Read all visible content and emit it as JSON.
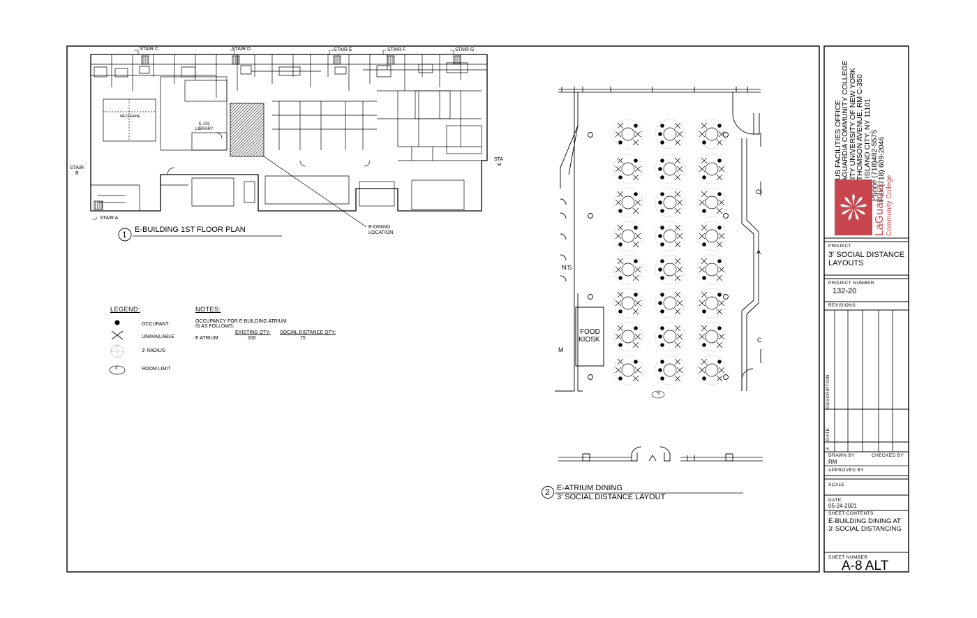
{
  "plan1": {
    "stairs": {
      "c": "STAIR C",
      "d": "STAIR D",
      "e": "STAIR E",
      "f": "STAIR F",
      "g": "STAIR G",
      "a": "STAIR A",
      "b_line1": "STAIR",
      "b_line2": "B",
      "h_line1": "STA",
      "h_line2": "H"
    },
    "library_label": "E-101",
    "library_label2": "LIBRARY",
    "mezzanine_label": "MEZZANINE",
    "callout_line1": "E-DINING",
    "callout_line2": "LOCATION",
    "number": "1",
    "title": "E-BUILDING 1ST FLOOR PLAN"
  },
  "legend": {
    "heading": "LEGEND:",
    "occupant": "OCCUPANT",
    "unavailable": "UNAVAILABLE",
    "radius": "3' RADIUS",
    "room_limit": "ROOM LIMIT",
    "room_limit_symbol": "#"
  },
  "notes": {
    "heading": "NOTES:",
    "line1": "OCCUPANCY FOR E-BUILDING ATRIUM",
    "line2": "IS AS FOLLOWS:",
    "col_existing": "EXISTING QTY:",
    "col_social": "SOCIAL DISTANCE QTY:",
    "row_label": "E ATRIUM",
    "row_existing": "200",
    "row_social": "75"
  },
  "plan2": {
    "kiosk_line1": "FOOD",
    "kiosk_line2": "KIOSK",
    "room_limit_value": "75",
    "edge_ns": "N'S",
    "edge_m": "M",
    "edge_c1": "CI",
    "edge_a": "A",
    "edge_c2": "C",
    "number": "2",
    "title_line1": "E-ATRIUM DINING",
    "title_line2": "3' SOCIAL DISTANCE LAYOUT"
  },
  "title_block": {
    "org": [
      "CAMPUS FACILITIES OFFICE",
      "F.H. LAGUARDIA COMMUNITY COLLEGE",
      "THE CITY UNIVERSITY OF NEW YORK",
      "29-10 THOMSON AVENUE, RM C-350",
      "LONG ISLAND CITY, NY 11101",
      "Phone (718)482-5575",
      "Fax    (718) 609-2046"
    ],
    "logo_name": "LaGuardia",
    "logo_sub": "Community College",
    "brand_color": "#c8474f",
    "project_label": "PROJECT",
    "project_line1": "3' SOCIAL DISTANCE",
    "project_line2": "LAYOUTS",
    "project_number_label": "PROJECT NUMBER",
    "project_number": "132-20",
    "revisions_label": "REVISIONS",
    "description_label": "DESCRIPTION",
    "date_col_label": "DATE",
    "num_col_label": "#",
    "drawn_by_label": "DRAWN BY",
    "drawn_by": "RM",
    "checked_by_label": "CHECKED BY",
    "approved_by_label": "APPROVED BY",
    "scale_label": "SCALE",
    "date_label": "DATE:",
    "date": "05-24-2021",
    "sheet_contents_label": "SHEET CONTENTS",
    "sheet_contents_line1": "E-BUILDING DINING AT",
    "sheet_contents_line2": "3' SOCIAL DISTANCING",
    "sheet_number_label": "SHEET NUMBER",
    "sheet_number": "A-8 ALT"
  }
}
